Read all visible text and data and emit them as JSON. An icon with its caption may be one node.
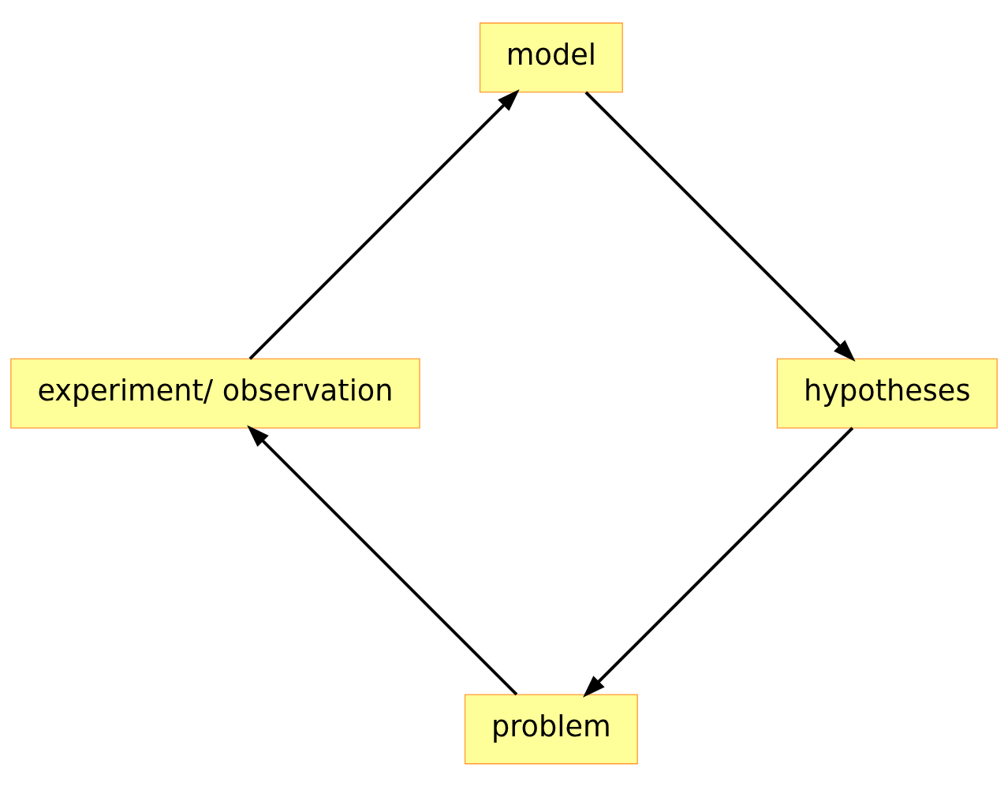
{
  "diagram": {
    "nodes": [
      {
        "text": [
          "problem"
        ]
      },
      {
        "text": [
          "hypotheses"
        ]
      },
      {
        "text": [
          "experiment/ observation"
        ]
      },
      {
        "text": [
          "model"
        ]
      }
    ],
    "edges": [
      {
        "from": 0,
        "to": 2,
        "arrow": "to"
      },
      {
        "from": 2,
        "to": 3,
        "arrow": "to"
      },
      {
        "from": 3,
        "to": 1,
        "arrow": "to"
      },
      {
        "from": 1,
        "to": 0,
        "arrow": "to"
      }
    ]
  }
}
